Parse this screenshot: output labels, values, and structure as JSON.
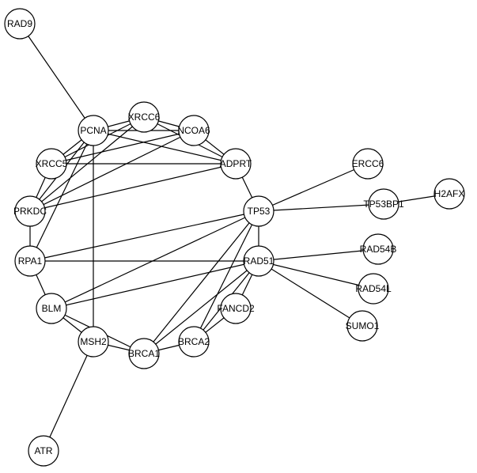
{
  "nodes": [
    {
      "id": "RAD9",
      "label": "RAD9"
    },
    {
      "id": "PCNA",
      "label": "PCNA"
    },
    {
      "id": "XRCC6",
      "label": "XRCC6"
    },
    {
      "id": "NCOA6",
      "label": "NCOA6"
    },
    {
      "id": "ADPRT",
      "label": "ADPRT"
    },
    {
      "id": "XRCC5",
      "label": "XRCC5"
    },
    {
      "id": "PRKDC",
      "label": "PRKDC"
    },
    {
      "id": "TP53",
      "label": "TP53"
    },
    {
      "id": "RPA1",
      "label": "RPA1"
    },
    {
      "id": "RAD51",
      "label": "RAD51"
    },
    {
      "id": "BLM",
      "label": "BLM"
    },
    {
      "id": "FANCD2",
      "label": "FANCD2"
    },
    {
      "id": "MSH2",
      "label": "MSH2"
    },
    {
      "id": "BRCA1",
      "label": "BRCA1"
    },
    {
      "id": "BRCA2",
      "label": "BRCA2"
    },
    {
      "id": "ERCC6",
      "label": "ERCC6"
    },
    {
      "id": "TP53BP1",
      "label": "TP53BP1"
    },
    {
      "id": "H2AFX",
      "label": "H2AFX"
    },
    {
      "id": "RAD54B",
      "label": "RAD54B"
    },
    {
      "id": "RAD54L",
      "label": "RAD54L"
    },
    {
      "id": "SUMO1",
      "label": "SUMO1"
    },
    {
      "id": "ATR",
      "label": "ATR"
    }
  ],
  "edges": [
    [
      "RAD9",
      "PCNA"
    ],
    [
      "PCNA",
      "XRCC6"
    ],
    [
      "PCNA",
      "NCOA6"
    ],
    [
      "PCNA",
      "XRCC5"
    ],
    [
      "PCNA",
      "PRKDC"
    ],
    [
      "PCNA",
      "RPA1"
    ],
    [
      "PCNA",
      "ADPRT"
    ],
    [
      "PCNA",
      "MSH2"
    ],
    [
      "XRCC6",
      "NCOA6"
    ],
    [
      "XRCC6",
      "ADPRT"
    ],
    [
      "XRCC6",
      "XRCC5"
    ],
    [
      "XRCC6",
      "PRKDC"
    ],
    [
      "NCOA6",
      "ADPRT"
    ],
    [
      "NCOA6",
      "XRCC5"
    ],
    [
      "NCOA6",
      "PRKDC"
    ],
    [
      "XRCC5",
      "ADPRT"
    ],
    [
      "XRCC5",
      "PRKDC"
    ],
    [
      "PRKDC",
      "ADPRT"
    ],
    [
      "ADPRT",
      "TP53"
    ],
    [
      "PRKDC",
      "RPA1"
    ],
    [
      "RPA1",
      "TP53"
    ],
    [
      "RPA1",
      "RAD51"
    ],
    [
      "RPA1",
      "BLM"
    ],
    [
      "TP53",
      "RAD51"
    ],
    [
      "TP53",
      "BLM"
    ],
    [
      "TP53",
      "BRCA1"
    ],
    [
      "TP53",
      "BRCA2"
    ],
    [
      "RAD51",
      "BLM"
    ],
    [
      "RAD51",
      "BRCA1"
    ],
    [
      "RAD51",
      "BRCA2"
    ],
    [
      "RAD51",
      "FANCD2"
    ],
    [
      "FANCD2",
      "BRCA2"
    ],
    [
      "BLM",
      "MSH2"
    ],
    [
      "BLM",
      "BRCA1"
    ],
    [
      "MSH2",
      "BRCA1"
    ],
    [
      "BRCA1",
      "BRCA2"
    ],
    [
      "MSH2",
      "ATR"
    ],
    [
      "TP53",
      "ERCC6"
    ],
    [
      "TP53",
      "TP53BP1"
    ],
    [
      "TP53BP1",
      "H2AFX"
    ],
    [
      "RAD51",
      "RAD54B"
    ],
    [
      "RAD51",
      "RAD54L"
    ],
    [
      "RAD51",
      "SUMO1"
    ]
  ]
}
